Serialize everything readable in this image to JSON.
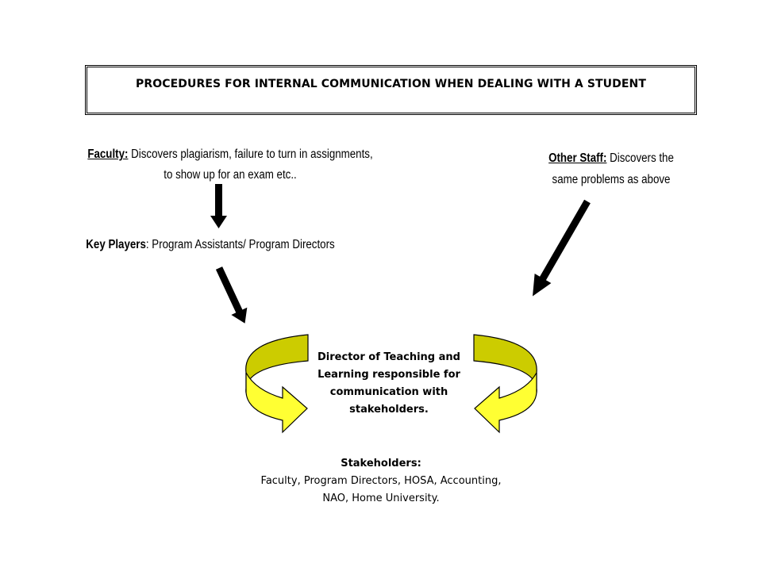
{
  "title": "PROCEDURES FOR INTERNAL COMMUNICATION  WHEN DEALING WITH A STUDENT",
  "faculty": {
    "label": "Faculty:",
    "line1": " Discovers plagiarism, failure to turn in assignments,",
    "line2": "to show up for an exam etc.."
  },
  "other_staff": {
    "label": "Other Staff:",
    "line1": " Discovers the",
    "line2": "same problems as above"
  },
  "key_players": {
    "label": "Key Players",
    "text": ": Program Assistants/ Program Directors"
  },
  "director": {
    "text": "Director of Teaching and Learning responsible for communication with stakeholders."
  },
  "stakeholders": {
    "heading": "Stakeholders:",
    "line1": "Faculty, Program Directors, HOSA, Accounting,",
    "line2": "NAO, Home University."
  },
  "colors": {
    "arrow_dark": "#000000",
    "curved_arrow_top": "#cccc00",
    "curved_arrow_bottom": "#ffff33",
    "curved_arrow_outline": "#000000"
  }
}
